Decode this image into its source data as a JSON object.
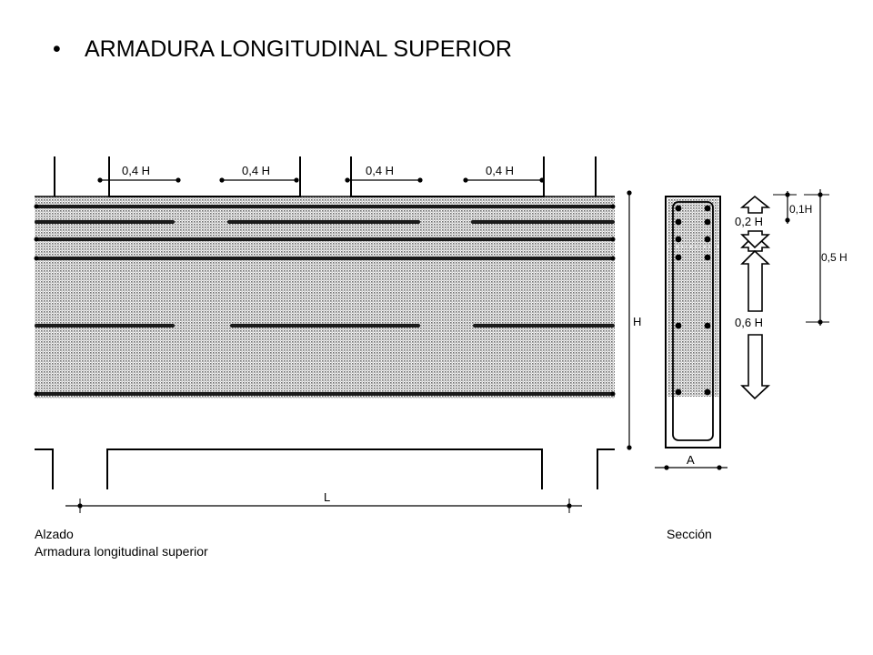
{
  "slide": {
    "bullet": "•",
    "title": "ARMADURA LONGITUDINAL SUPERIOR"
  },
  "elevation": {
    "lap_labels": [
      "0,4 H",
      "0,4 H",
      "0,4 H",
      "0,4 H"
    ],
    "height_label": "H",
    "span_label": "L",
    "caption_title": "Alzado",
    "caption_subtitle": "Armadura longitudinal superior"
  },
  "section": {
    "width_label": "A",
    "caption": "Sección"
  },
  "zones": {
    "top_band": "0,1H",
    "upper_zone": "0,2 H",
    "half_height": "0,5 H",
    "lower_zone": "0,6 H"
  }
}
